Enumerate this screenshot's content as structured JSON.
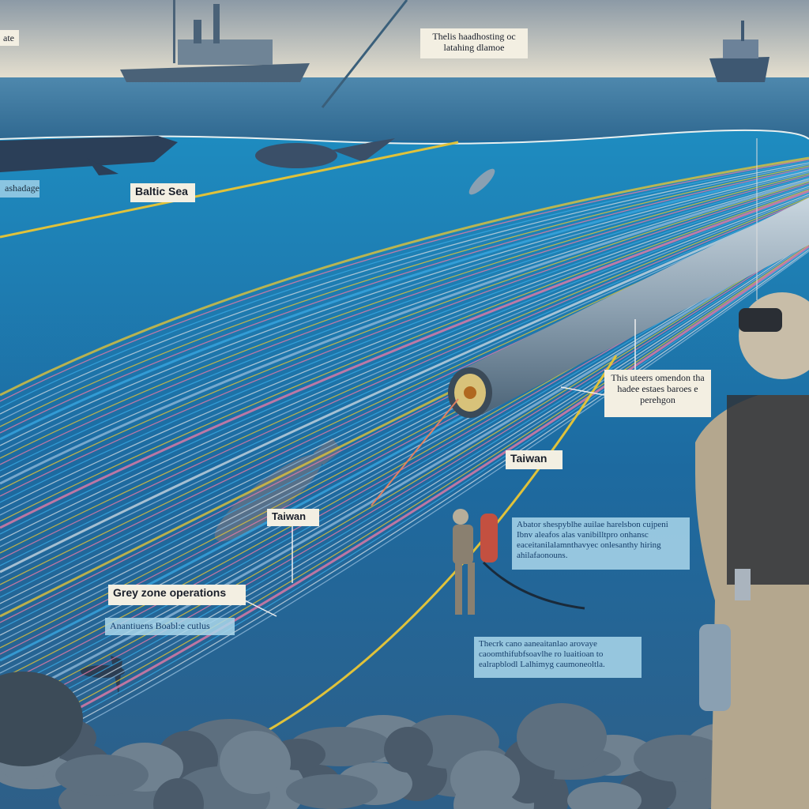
{
  "labels": {
    "top_left": "ate",
    "top_center": "Thelis haadhosting oc latahing dlamoe",
    "left_small": "ashadage",
    "baltic_sea": "Baltic Sea",
    "cable_note": "This uteers omendon tha hadee estaes baroes e perehgon",
    "taiwan_right": "Taiwan",
    "taiwan_center": "Taiwan",
    "grey_zone": "Grey zone operations",
    "left_bottom": "Anantiuens Boabl:e cutlus",
    "right_para_1": "Abator shespyblhe auilae harelsbon cujpeni Ibnv aleafos alas vanibilltpro onhansc eaceitanilalamnthavyec onlesanthy hiring ahilafaonouns.",
    "right_para_2": "Thecrk cano aaneaitanlao arovaye caoomthifubfsoavlhe ro luaitioan to ealrapblodl Lalhimyg caumoneoltla."
  },
  "colors": {
    "sky": "#dcd8c8",
    "sea_surface": "#3f7aa0",
    "underwater": "#1f77b0",
    "cable_yellow": "#e0c23a",
    "cable_pink": "#e47aa6",
    "cable_blue": "#3aa6e0"
  }
}
